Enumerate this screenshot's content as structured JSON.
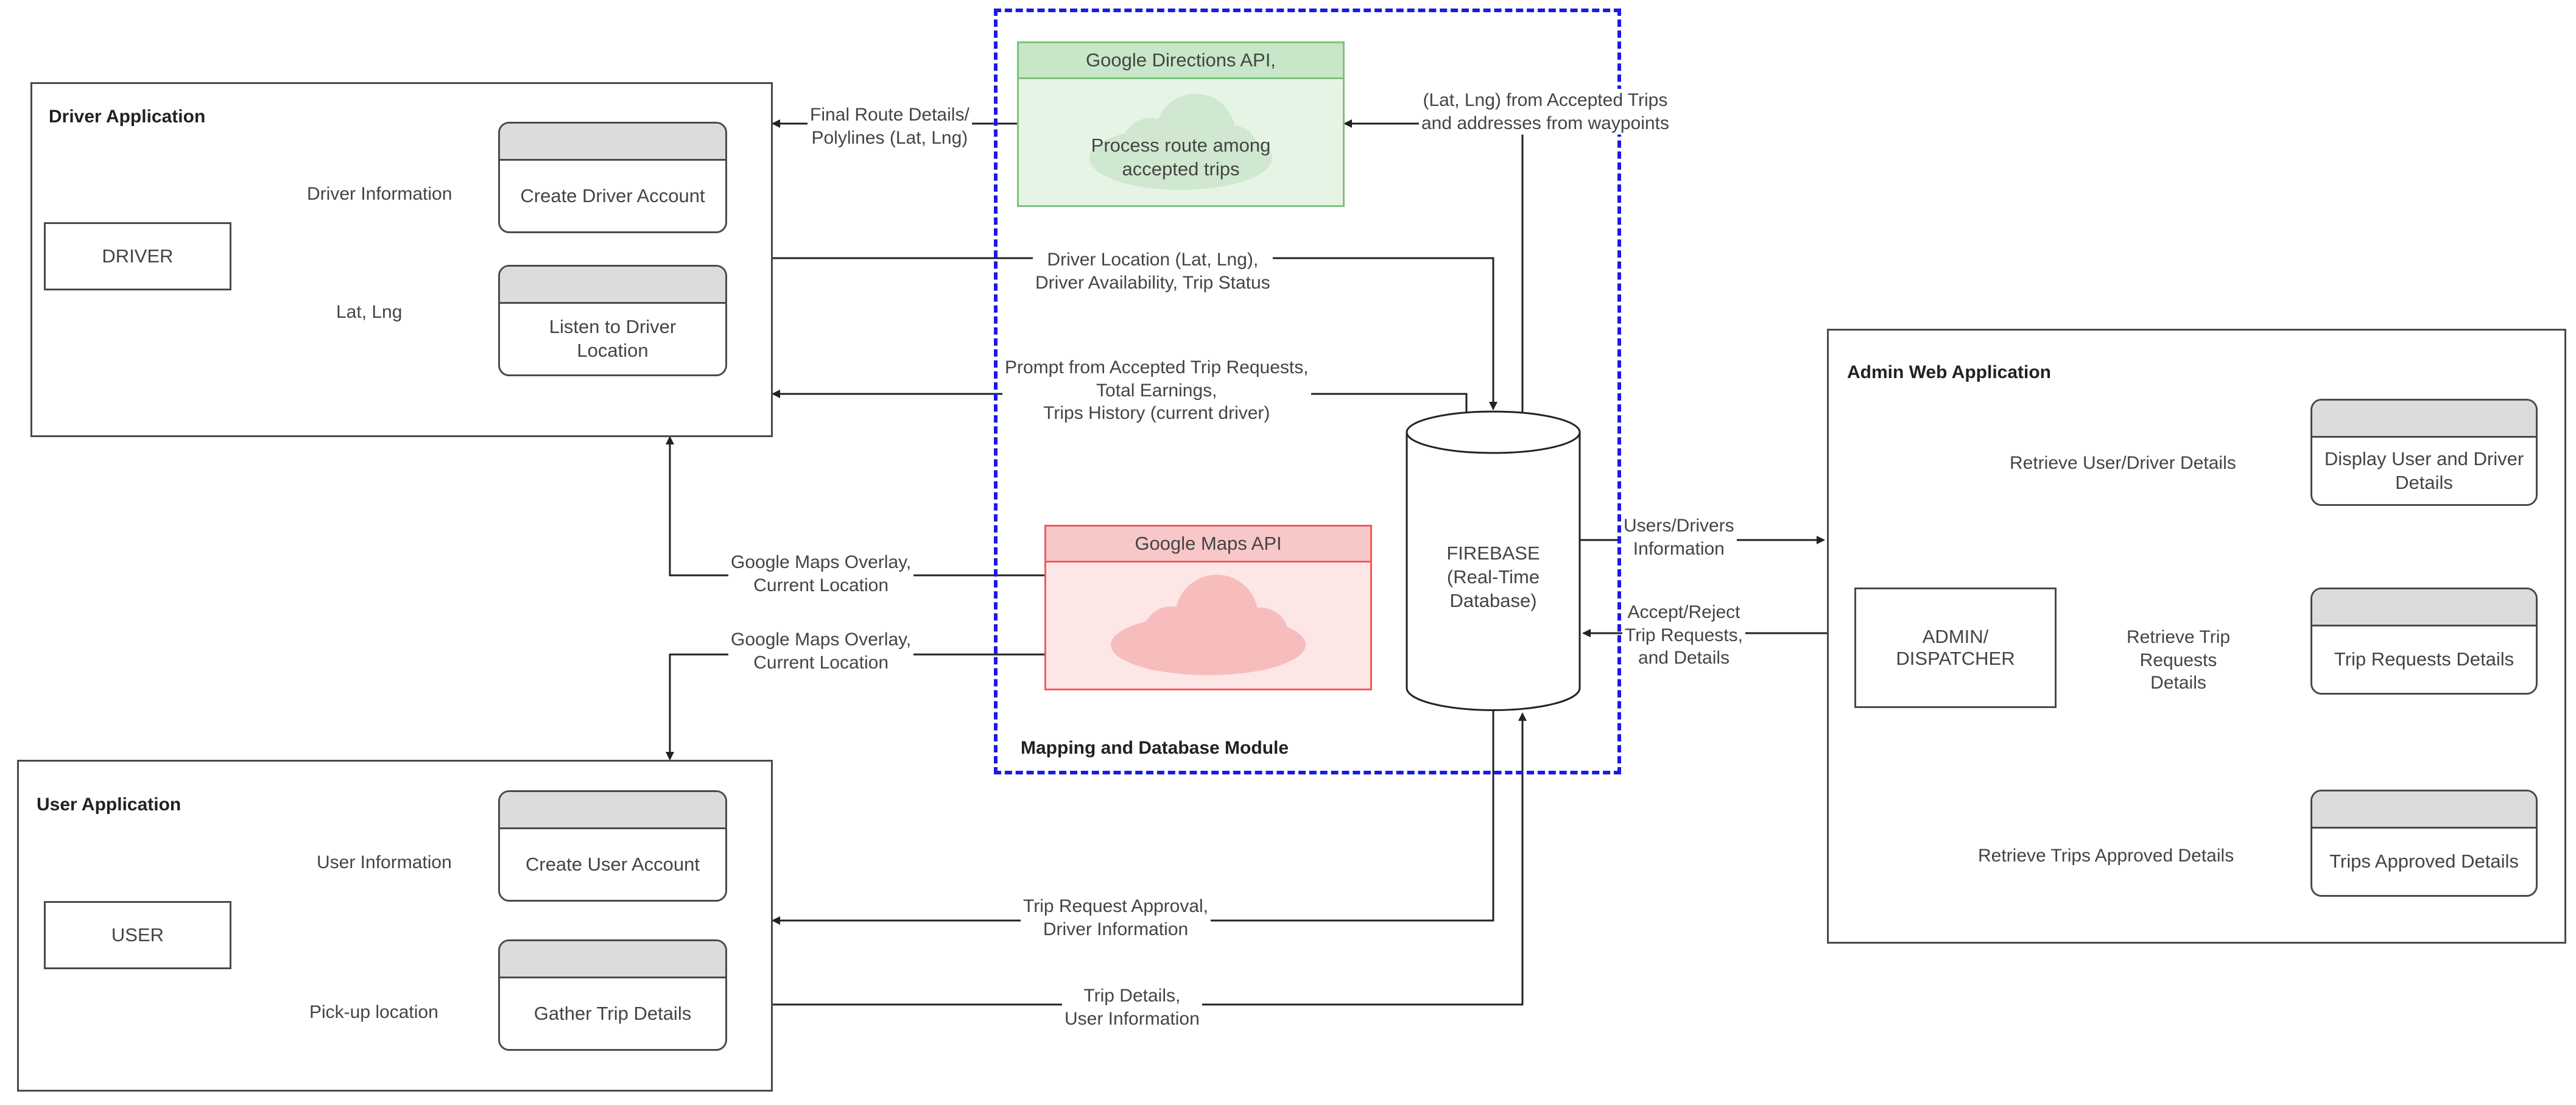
{
  "colors": {
    "module_border": "#1a1ae6",
    "directions_fill": "#e6f4e6",
    "directions_border": "#7cc47c",
    "directions_head": "#c8e6c8",
    "directions_cloud": "#cfe8cf",
    "maps_fill": "#fde6e6",
    "maps_border": "#ef5b5b",
    "maps_head": "#f8c8c8",
    "maps_cloud": "#f7bcbc"
  },
  "driver_app": {
    "title": "Driver Application",
    "actor": "DRIVER",
    "create_account": "Create Driver Account",
    "listen_location": "Listen to Driver\nLocation",
    "edge_info": "Driver Information",
    "edge_latlng": "Lat, Lng"
  },
  "user_app": {
    "title": "User Application",
    "actor": "USER",
    "create_account": "Create User Account",
    "gather_trip": "Gather Trip Details",
    "edge_info": "User Information",
    "edge_pickup": "Pick-up location"
  },
  "module": {
    "title": "Mapping and Database Module",
    "directions_api": {
      "title": "Google Directions API,",
      "body": "Process route among\naccepted trips",
      "icon": "cloud-icon"
    },
    "maps_api": {
      "title": "Google Maps API",
      "icon": "cloud-icon"
    },
    "firebase": "FIREBASE\n(Real-Time\nDatabase)"
  },
  "admin_app": {
    "title": "Admin Web Application",
    "actor": "ADMIN/\nDISPATCHER",
    "display_details": "Display User and Driver\nDetails",
    "trip_requests": "Trip Requests Details",
    "trips_approved": "Trips Approved Details",
    "edge_retrieve_user": "Retrieve User/Driver Details",
    "edge_retrieve_trip": "Retrieve Trip\nRequests\nDetails",
    "edge_retrieve_approved": "Retrieve Trips Approved Details"
  },
  "edges": {
    "final_route": "Final Route Details/\nPolylines (Lat, Lng)",
    "latlng_accepted": "(Lat, Lng) from Accepted Trips\nand addresses from waypoints",
    "driver_location": "Driver Location (Lat, Lng),\nDriver Availability, Trip Status",
    "prompt_accepted": "Prompt from Accepted Trip Requests,\nTotal Earnings,\nTrips History (current driver)",
    "maps_overlay_driver": "Google Maps Overlay,\nCurrent Location",
    "maps_overlay_user": "Google Maps Overlay,\nCurrent Location",
    "users_drivers_info": "Users/Drivers\nInformation",
    "accept_reject": "Accept/Reject\nTrip Requests,\nand Details",
    "trip_request_approval": "Trip Request Approval,\nDriver Information",
    "trip_details_user": "Trip Details,\nUser Information"
  }
}
